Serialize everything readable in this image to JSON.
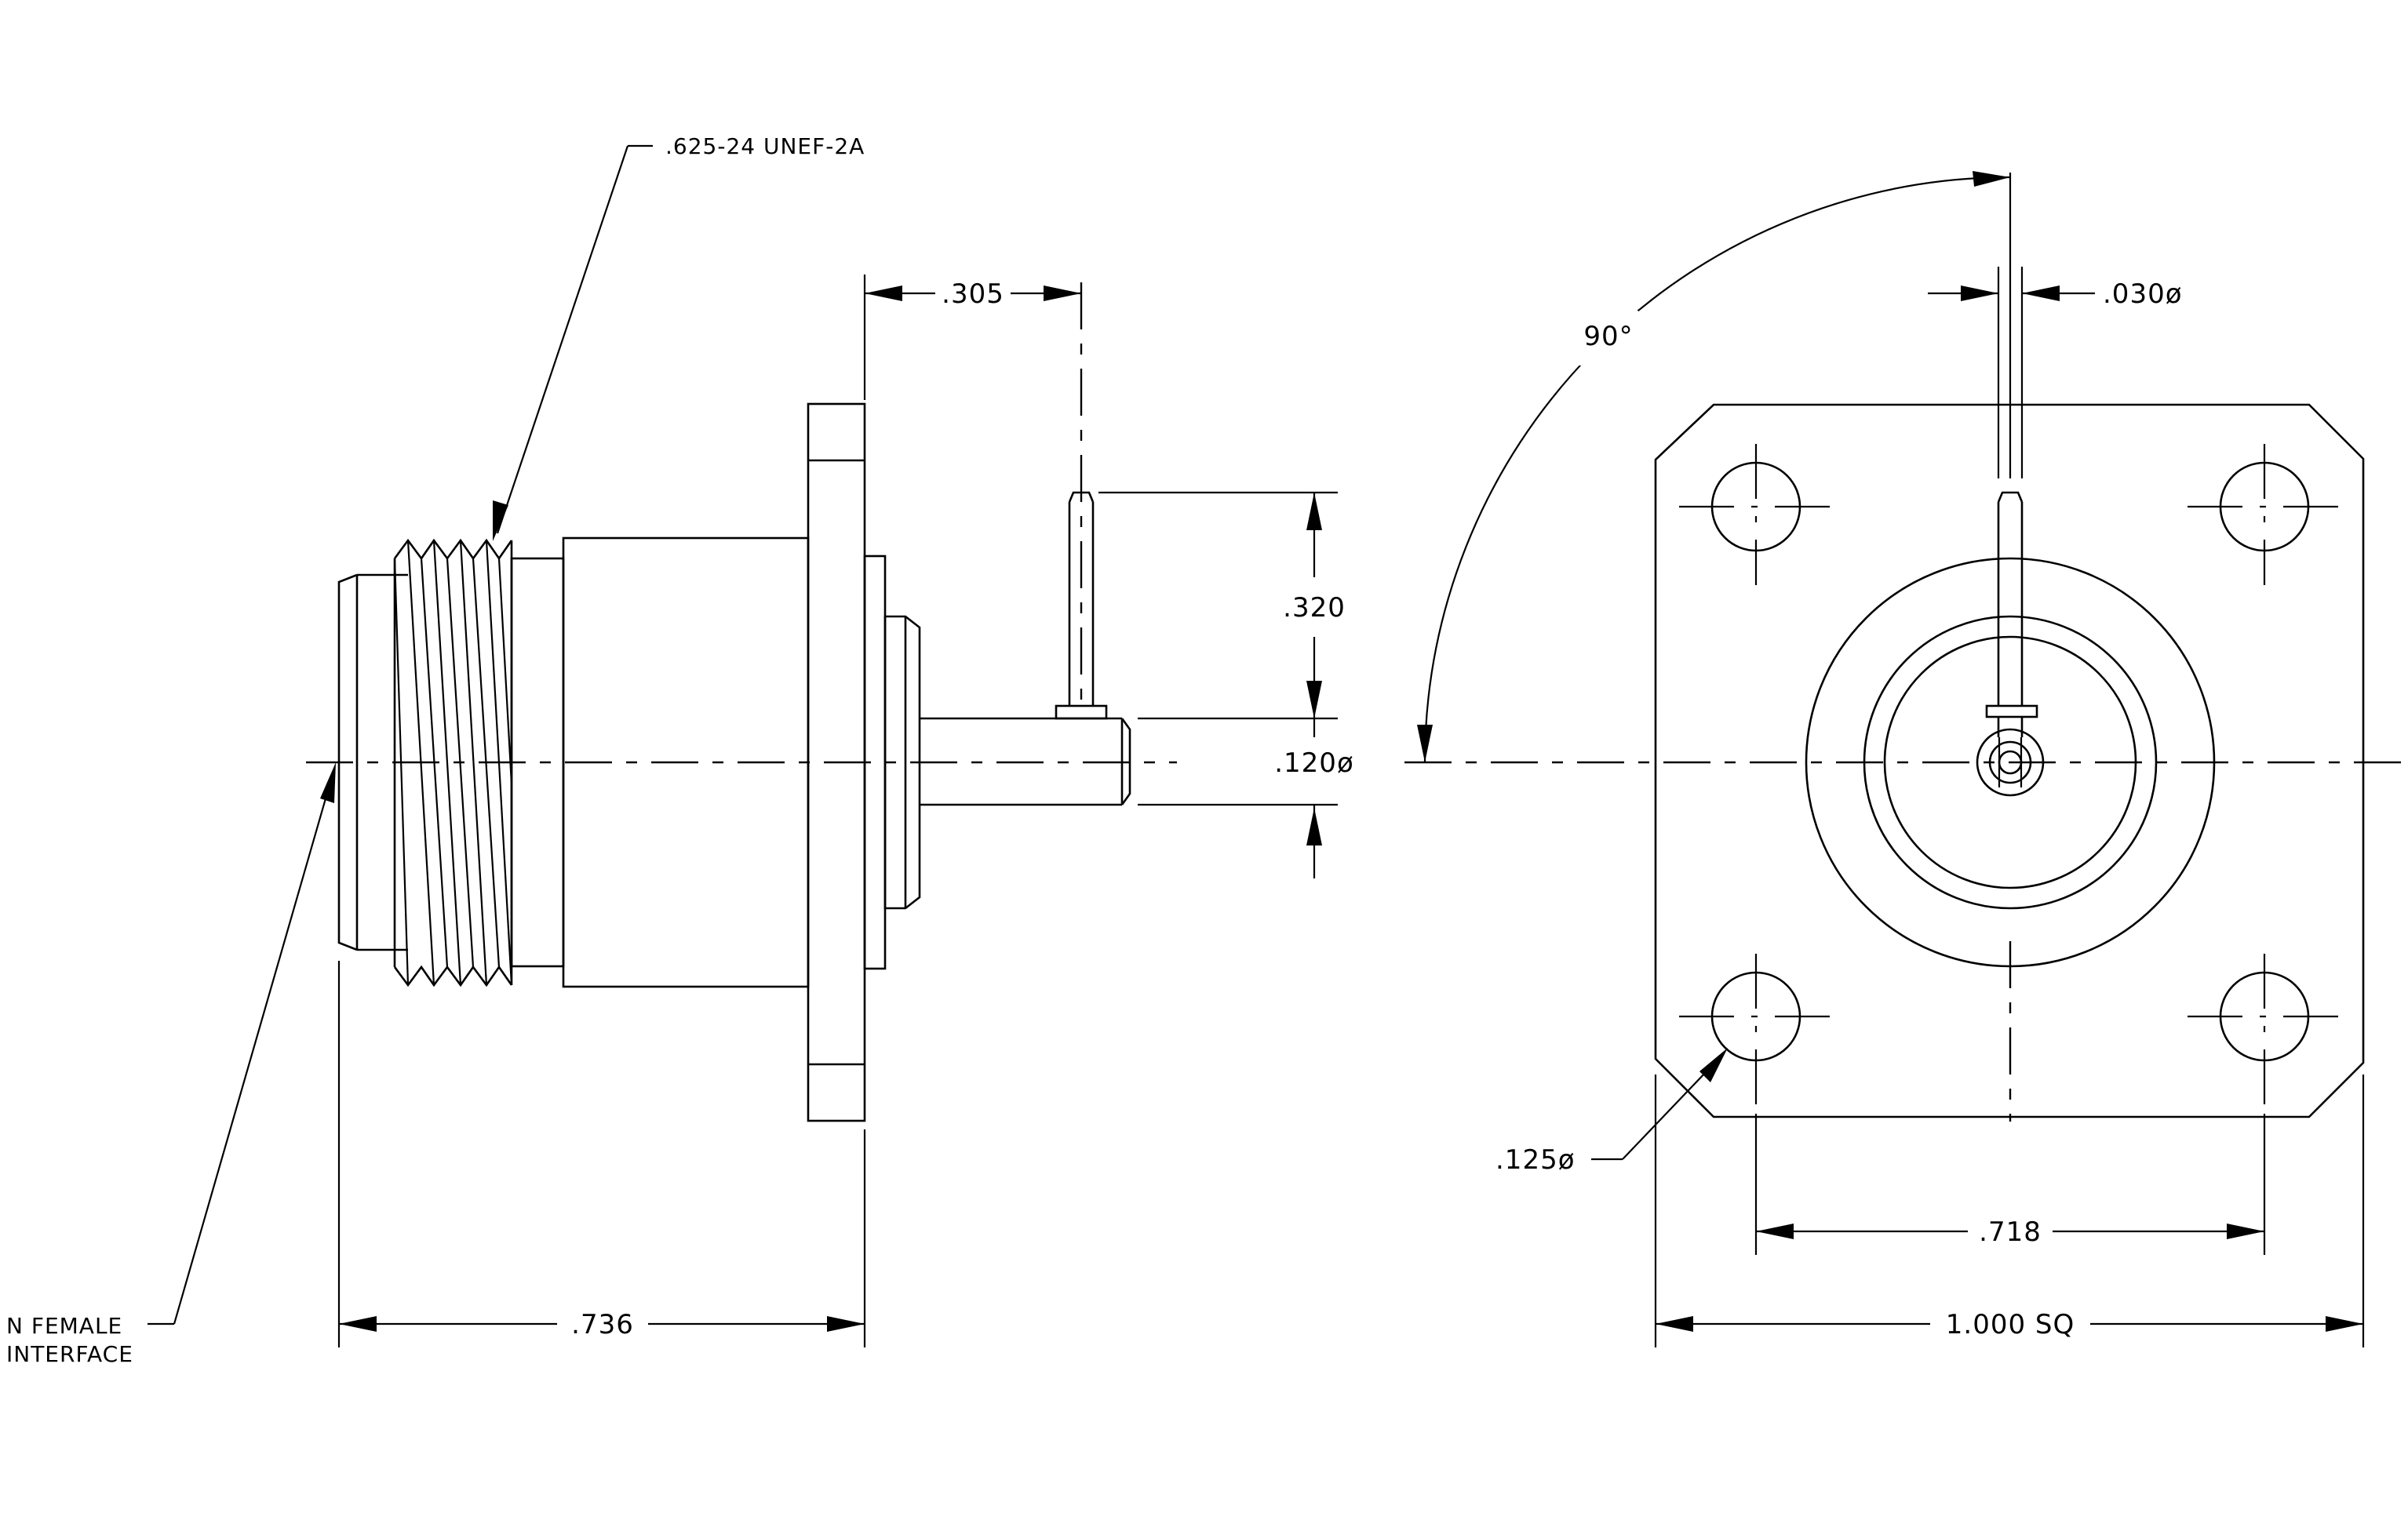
{
  "dimensions": {
    "overall_length": ".736",
    "flange_to_pin": ".305",
    "pin_height": ".320",
    "pin_body_dia": ".120ø",
    "pin_dia": ".030ø",
    "hole_dia": ".125ø",
    "hole_spacing": ".718",
    "flange_size": "1.000  SQ",
    "rotation_angle": "90°"
  },
  "notes": {
    "thread_spec": ".625-24  UNEF-2A",
    "interface_line1": "N  FEMALE",
    "interface_line2": "INTERFACE"
  }
}
